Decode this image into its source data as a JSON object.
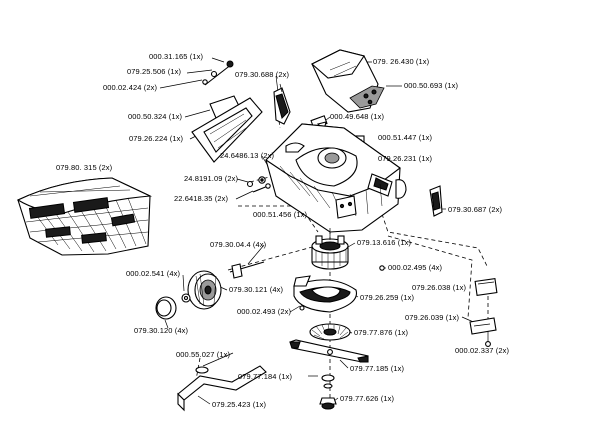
{
  "labels": {
    "l01": "000.31.165 (1x)",
    "l02": "079.25.506 (1x)",
    "l03": "000.02.424 (2x)",
    "l04": "079.30.688 (2x)",
    "l05": "079. 26.430 (1x)",
    "l06": "000.50.693 (1x)",
    "l07": "000.50.324 (1x)",
    "l08": "079.26.224 (1x)",
    "l09": "000.49.648 (1x)",
    "l10": "000.51.447 (1x)",
    "l11": "24.6486.13 (2x)",
    "l12": "079.26.231 (1x)",
    "l13": "079.80. 315 (2x)",
    "l14": "24.8191.09 (2x)",
    "l15": "22.6418.35 (2x)",
    "l16": "000.51.456 (1x)",
    "l17": "079.30.687 (2x)",
    "l18": "079.30.04.4 (4x)",
    "l19": "079.13.616 (1x)",
    "l20": "000.02.495 (4x)",
    "l21": "000.02.541 (4x)",
    "l22": "079.30.121 (4x)",
    "l23": "079.26.038 (1x)",
    "l24": "079.26.259 (1x)",
    "l25": "000.02.493 (2x)",
    "l26": "079.26.039 (1x)",
    "l27": "079.30.120 (4x)",
    "l28": "079.77.876 (1x)",
    "l29": "000.02.337 (2x)",
    "l30": "000.55.027 (1x)",
    "l31": "079.77.184 (1x)",
    "l32": "079.77.185 (1x)",
    "l33": "079.77.626 (1x)",
    "l34": "079.25.423 (1x)"
  }
}
